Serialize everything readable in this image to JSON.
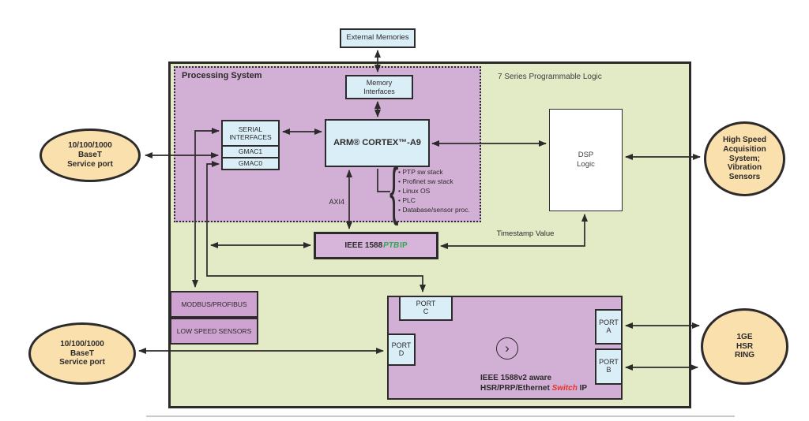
{
  "diagram": {
    "external_memories": "External Memories",
    "processing_system_title": "Processing System",
    "programmable_logic_title": "7 Series Programmable Logic",
    "memory_interfaces": "Memory\nInterfaces",
    "serial_interfaces": "SERIAL\nINTERFACES",
    "gmac1": "GMAC1",
    "gmac0": "GMAC0",
    "arm": "ARM® CORTEX™-A9",
    "arm_features": [
      "PTP sw stack",
      "Profinet sw stack",
      "Linux OS",
      "PLC",
      "Database/sensor proc."
    ],
    "axi4_label": "AXI4",
    "dsp": "DSP\nLogic",
    "ieee1588": {
      "prefix": "IEEE 1588",
      "accent_italic": "PTB",
      "accent_suffix": "IP"
    },
    "timestamp_label": "Timestamp Value",
    "modbus": "MODBUS/PROFIBUS",
    "low_speed": "LOW SPEED SENSORS",
    "switch": {
      "line1": "IEEE 1588v2 aware",
      "line2_pre": "HSR/PRP/Ethernet ",
      "line2_accent": "Switch",
      "line2_post": " IP",
      "icon": "chevron-right-in-circle",
      "port_a": "PORT\nA",
      "port_b": "PORT\nB",
      "port_c": "PORT\nC",
      "port_d": "PORT\nD"
    },
    "endpoints": {
      "service_port_top": "10/100/1000\nBaseT\nService port",
      "service_port_bottom": "10/100/1000\nBaseT\nService port",
      "high_speed": "High Speed\nAcquisition\nSystem;\nVibration\nSensors",
      "hsr_ring": "1GE\nHSR\nRING"
    }
  },
  "colors": {
    "logic_bg": "#e2ebc5",
    "processing_bg": "#d2afd5",
    "box_blue": "#daeef7",
    "box_pink": "#cfa3d1",
    "ieee_bg": "#d7b4da",
    "ellipse_fill": "#f9e0ad",
    "line": "#2d2a2b",
    "accent_green": "#2fa84f",
    "accent_red": "#e5332a"
  }
}
